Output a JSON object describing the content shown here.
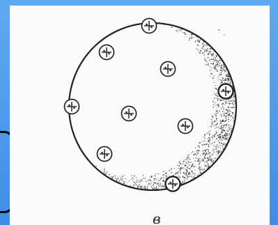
{
  "figure": {
    "label": "в",
    "ink_color": "#222222",
    "paper_color": "#fbfbfb",
    "background_color": "#4a9aea",
    "particles": [
      {
        "name": "particle-top",
        "bold": false
      },
      {
        "name": "particle-upper-left",
        "bold": false
      },
      {
        "name": "particle-upper-center",
        "bold": false
      },
      {
        "name": "particle-right-edge",
        "bold": true
      },
      {
        "name": "particle-left-edge",
        "bold": false
      },
      {
        "name": "particle-center",
        "bold": false
      },
      {
        "name": "particle-mid-right",
        "bold": false
      },
      {
        "name": "particle-lower-left",
        "bold": false
      },
      {
        "name": "particle-bottom",
        "bold": true
      }
    ]
  }
}
